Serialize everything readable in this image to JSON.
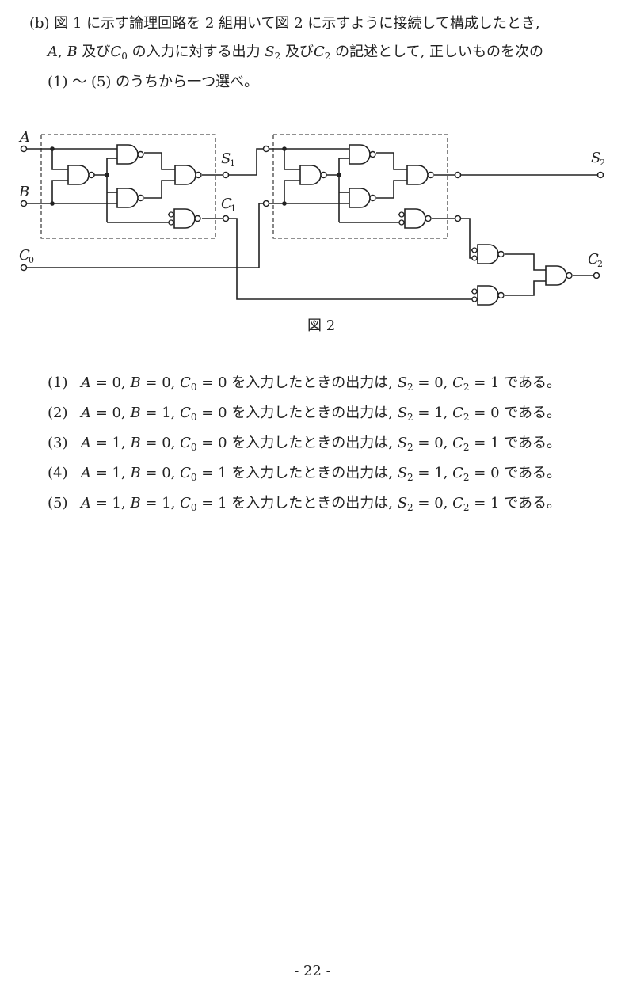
{
  "question": {
    "line1": "(b) 図 1 に示す論理回路を 2 組用いて図 2 に示すように接続して構成したとき,",
    "line2_a": "A",
    "line2_b": ", ",
    "line2_c": "B",
    "line2_d": " 及び",
    "line2_e": "C",
    "line2_f": "0",
    "line2_g": " の入力に対する出力 ",
    "line2_h": "S",
    "line2_i": "2",
    "line2_j": " 及び",
    "line2_k": "C",
    "line2_l": "2",
    "line2_m": " の記述として, 正しいものを次の",
    "line3": "(1) ～ (5) のうちから一つ選べ。"
  },
  "figure": {
    "caption": "図 2",
    "labels": {
      "A": "A",
      "B": "B",
      "C": "C",
      "S": "S",
      "sub0": "0",
      "sub1": "1",
      "sub2": "2"
    }
  },
  "options": [
    {
      "num": "(1)",
      "A": "0",
      "B": "0",
      "C0": "0",
      "S2": "0",
      "C2": "1"
    },
    {
      "num": "(2)",
      "A": "0",
      "B": "1",
      "C0": "0",
      "S2": "1",
      "C2": "0"
    },
    {
      "num": "(3)",
      "A": "1",
      "B": "0",
      "C0": "0",
      "S2": "0",
      "C2": "1"
    },
    {
      "num": "(4)",
      "A": "1",
      "B": "0",
      "C0": "1",
      "S2": "1",
      "C2": "0"
    },
    {
      "num": "(5)",
      "A": "1",
      "B": "1",
      "C0": "1",
      "S2": "0",
      "C2": "1"
    }
  ],
  "option_text": {
    "A": "A",
    "B": "B",
    "C": "C",
    "S": "S",
    "eq": " = ",
    "sep": ",  ",
    "sub0": "0",
    "sub2": "2",
    "middle": " を入力したときの出力は,  ",
    "end": " である。"
  },
  "page_number": "- 22 -"
}
